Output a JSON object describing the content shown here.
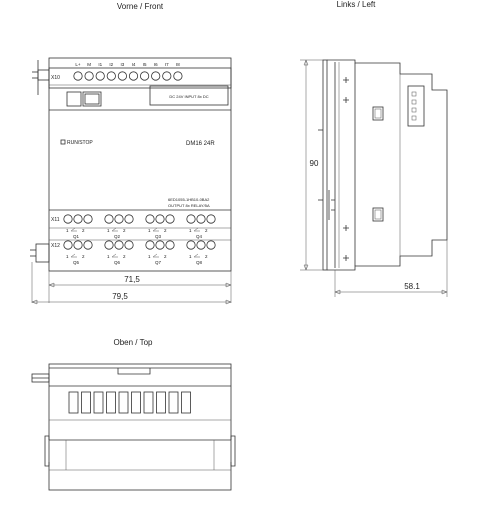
{
  "views": {
    "front_title": "Vorne / Front",
    "left_title": "Links / Left",
    "top_title": "Oben / Top"
  },
  "front": {
    "x10_label": "X10",
    "top_terminals": [
      "L+",
      "M",
      "I1",
      "I2",
      "I3",
      "I4",
      "I5",
      "I6",
      "I7",
      "I8"
    ],
    "input_text": "DC 24V INPUT 8x DC",
    "run_stop": "RUN/STOP",
    "model": "DM16 24R",
    "order_number": "6ED1055-1HB10-0BA2",
    "output_text": "OUTPUT 8x RELAY/5A",
    "x11_label": "X11",
    "x12_label": "X12",
    "x11_group_labels": [
      "Q1",
      "Q2",
      "Q3",
      "Q4"
    ],
    "x12_group_labels": [
      "Q5",
      "Q6",
      "Q7",
      "Q8"
    ],
    "relay_pin_1": "1",
    "relay_pin_2": "2"
  },
  "dimensions": {
    "width_inner": "71,5",
    "width_outer": "79,5",
    "height": "90",
    "depth": "58.1"
  }
}
